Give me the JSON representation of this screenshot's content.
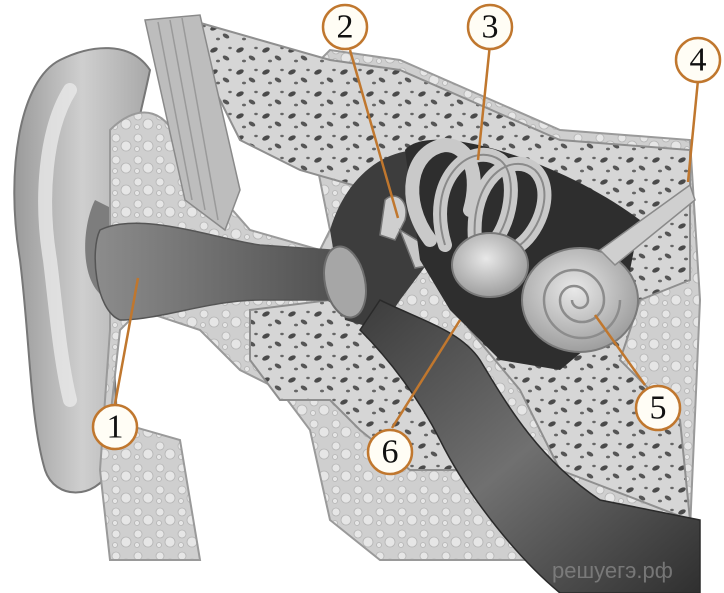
{
  "diagram": {
    "callouts": [
      {
        "id": "1",
        "label": "1"
      },
      {
        "id": "2",
        "label": "2"
      },
      {
        "id": "3",
        "label": "3"
      },
      {
        "id": "4",
        "label": "4"
      },
      {
        "id": "5",
        "label": "5"
      },
      {
        "id": "6",
        "label": "6"
      }
    ]
  },
  "watermark": "решуегэ.рф",
  "colors": {
    "accent": "#c0772e",
    "bone_light": "#d9d9d9",
    "bone_dark": "#5a5a5a",
    "canal": "#6b6b6b"
  }
}
